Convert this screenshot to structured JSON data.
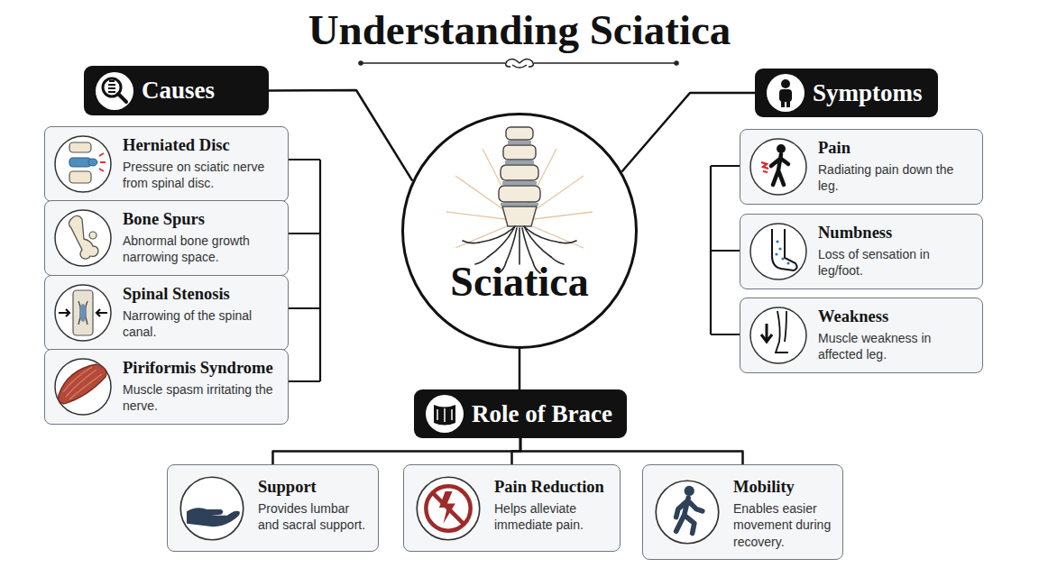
{
  "diagram": {
    "title": "Understanding Sciatica",
    "nodes": [
      {
        "text": [
          "Causes"
        ]
      },
      {
        "text": [
          "Herniated Disc",
          "Pressure on sciatic nerve from spinal disc."
        ]
      },
      {
        "text": [
          "Bone Spurs",
          "Abnormal bone growth narrowing space."
        ]
      },
      {
        "text": [
          "Spinal Stenosis",
          "Narrowing of the spinal canal."
        ]
      },
      {
        "text": [
          "Piriformis Syndrome",
          "Muscle spasm irritating the nerve."
        ]
      },
      {
        "text": [
          "Sciatica"
        ]
      },
      {
        "text": [
          "Symptoms"
        ]
      },
      {
        "text": [
          "Pain",
          "Radiating pain down the leg."
        ]
      },
      {
        "text": [
          "Numbness",
          "Loss of sensation in leg/foot."
        ]
      },
      {
        "text": [
          "Weakness",
          "Muscle weakness in affected leg."
        ]
      },
      {
        "text": [
          "Role of Brace"
        ]
      },
      {
        "text": [
          "Support",
          "Provides lumbar and sacral support."
        ]
      },
      {
        "text": [
          "Pain Reduction",
          "Helps alleviate immediate pain."
        ]
      },
      {
        "text": [
          "Mobility",
          "Enables easier movement during recovery."
        ]
      }
    ],
    "edges": [
      {
        "from": 5,
        "to": 0,
        "arrow": "none"
      },
      {
        "from": 5,
        "to": 6,
        "arrow": "none"
      },
      {
        "from": 5,
        "to": 10,
        "arrow": "none"
      },
      {
        "from": 10,
        "to": 11,
        "arrow": "none"
      },
      {
        "from": 10,
        "to": 12,
        "arrow": "none"
      },
      {
        "from": 10,
        "to": 13,
        "arrow": "none"
      }
    ]
  }
}
